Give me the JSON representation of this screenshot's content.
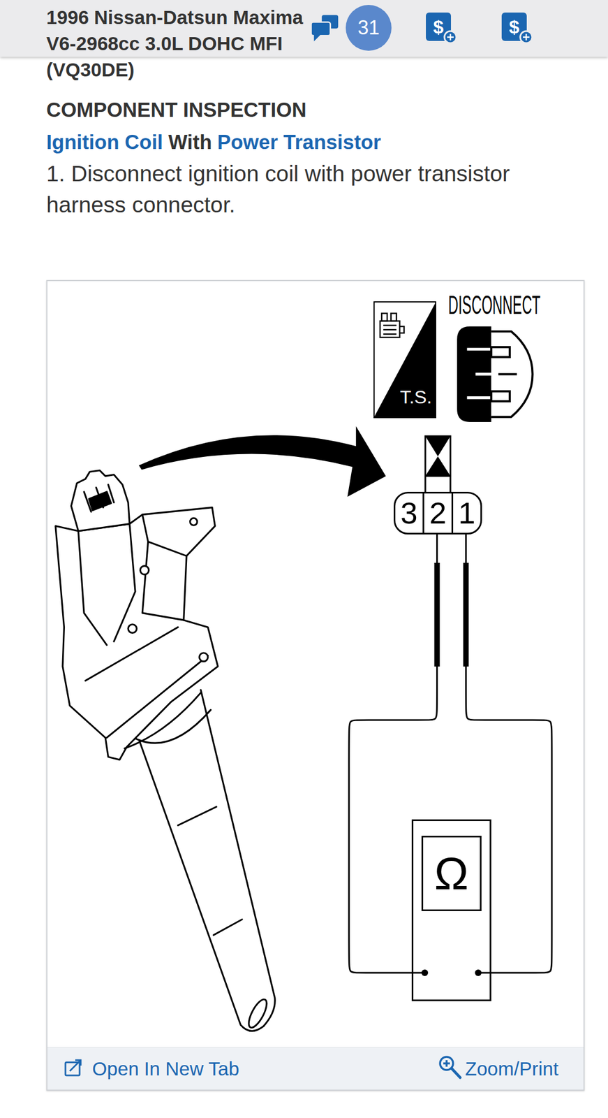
{
  "diagram": {
    "title": "1996 Nissan-Datsun Maxima V6-2968cc 3.0L DOHC MFI (VQ30DE)",
    "nodes": [
      {
        "text": [
          "31"
        ]
      },
      {
        "text": [
          "$"
        ]
      },
      {
        "text": [
          "$"
        ]
      },
      {
        "text": [
          "T.S."
        ]
      },
      {
        "text": [
          "3",
          "2",
          "1"
        ]
      },
      {
        "text": [
          "Ω"
        ]
      }
    ],
    "edges": [
      {
        "from": 4,
        "to": 5,
        "arrow": "none"
      },
      {
        "from": 4,
        "to": 5,
        "arrow": "none"
      }
    ],
    "labels": [
      "COMPONENT INSPECTION",
      "Ignition Coil",
      "With",
      "Power Transistor",
      "1. Disconnect ignition coil with power transistor harness connector.",
      "DISCONNECT",
      "Open In New Tab",
      "Zoom/Print"
    ]
  }
}
